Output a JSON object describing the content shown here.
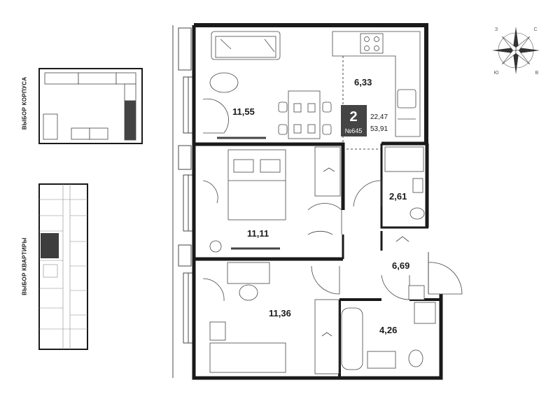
{
  "sidebar": {
    "building_select_label": "ВЫБОР КОРПУСА",
    "apartment_select_label": "ВЫБОР КВАРТИРЫ"
  },
  "apartment": {
    "rooms_count": "2",
    "number": "№645",
    "living_area": "22,47",
    "total_area": "53,91"
  },
  "rooms": [
    {
      "id": "kitchen-living",
      "area": "11,55"
    },
    {
      "id": "kitchen-zone",
      "area": "6,33"
    },
    {
      "id": "bedroom-1",
      "area": "11,11"
    },
    {
      "id": "bedroom-2",
      "area": "11,36"
    },
    {
      "id": "wc",
      "area": "2,61"
    },
    {
      "id": "hallway",
      "area": "6,69"
    },
    {
      "id": "bathroom",
      "area": "4,26"
    }
  ],
  "compass": {
    "north": "С",
    "east": "В",
    "south": "Ю",
    "west": "З"
  },
  "colors": {
    "wall": "#1a1a1a",
    "highlight": "#3d3d3d",
    "badge": "#444444"
  }
}
